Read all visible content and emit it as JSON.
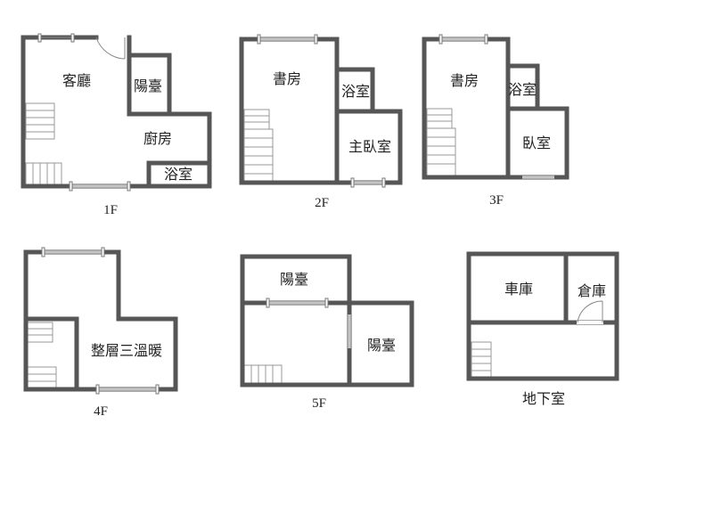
{
  "floors": {
    "f1": {
      "label": "1F",
      "rooms": [
        "客廳",
        "陽臺",
        "廚房",
        "浴室"
      ]
    },
    "f2": {
      "label": "2F",
      "rooms": [
        "書房",
        "浴室",
        "主臥室"
      ]
    },
    "f3": {
      "label": "3F",
      "rooms": [
        "書房",
        "浴室",
        "臥室"
      ]
    },
    "f4": {
      "label": "4F",
      "rooms": [
        "整層三溫暖"
      ]
    },
    "f5": {
      "label": "5F",
      "rooms": [
        "陽臺",
        "陽臺"
      ]
    },
    "b1": {
      "label": "地下室",
      "rooms": [
        "車庫",
        "倉庫"
      ]
    }
  }
}
